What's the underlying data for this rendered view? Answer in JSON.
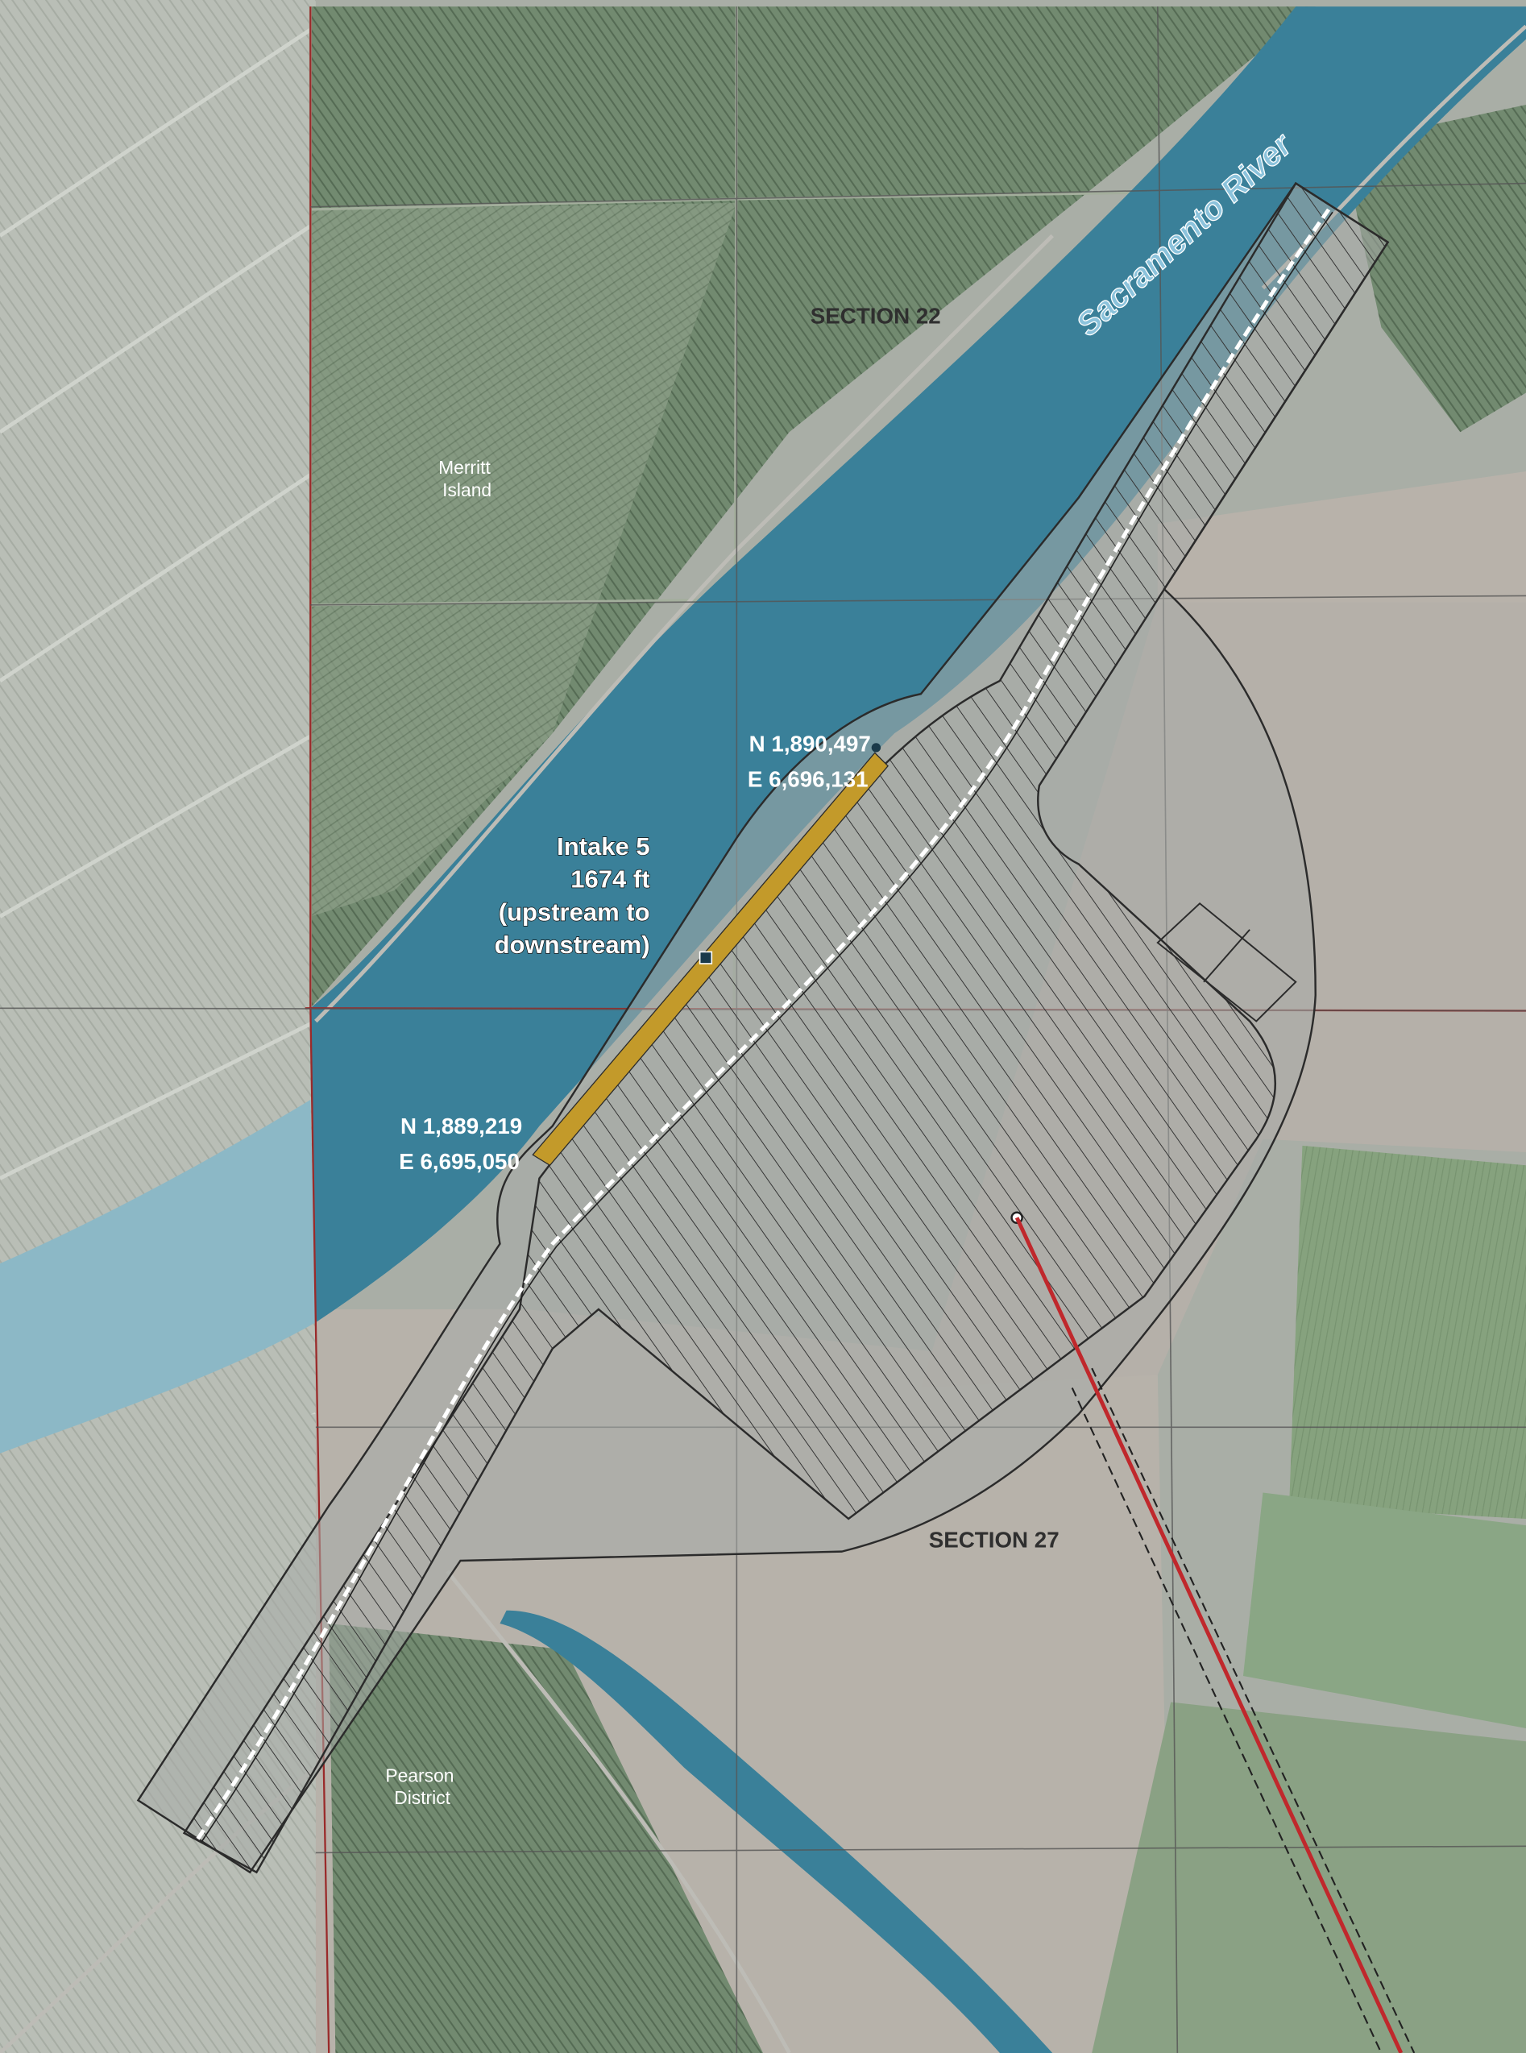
{
  "map": {
    "river_name": "Sacramento River",
    "sections": [
      "SECTION 22",
      "SECTION 27"
    ],
    "places": [
      "Merritt Island",
      "Pearson District"
    ],
    "intake": {
      "name": "Intake 5",
      "length": "1674 ft",
      "note_line1": "(upstream to",
      "note_line2": "downstream)"
    },
    "coords_upstream": {
      "northing": "N 1,890,497",
      "easting": "E 6,696,131"
    },
    "coords_downstream": {
      "northing": "N 1,889,219",
      "easting": "E 6,695,050"
    },
    "colors": {
      "river": "#3a8099",
      "river_faded": "#8cb8c6",
      "intake_bar": "#c39a2a",
      "section_line": "#9a2a2a",
      "tunnel_line": "#c0282c",
      "footprint": "#a8aba8",
      "orchard_dark": "#6e836c",
      "orchard_light": "#9aa895",
      "bare_field": "#b3afa8",
      "faded_area": "#b8bcb6"
    }
  }
}
